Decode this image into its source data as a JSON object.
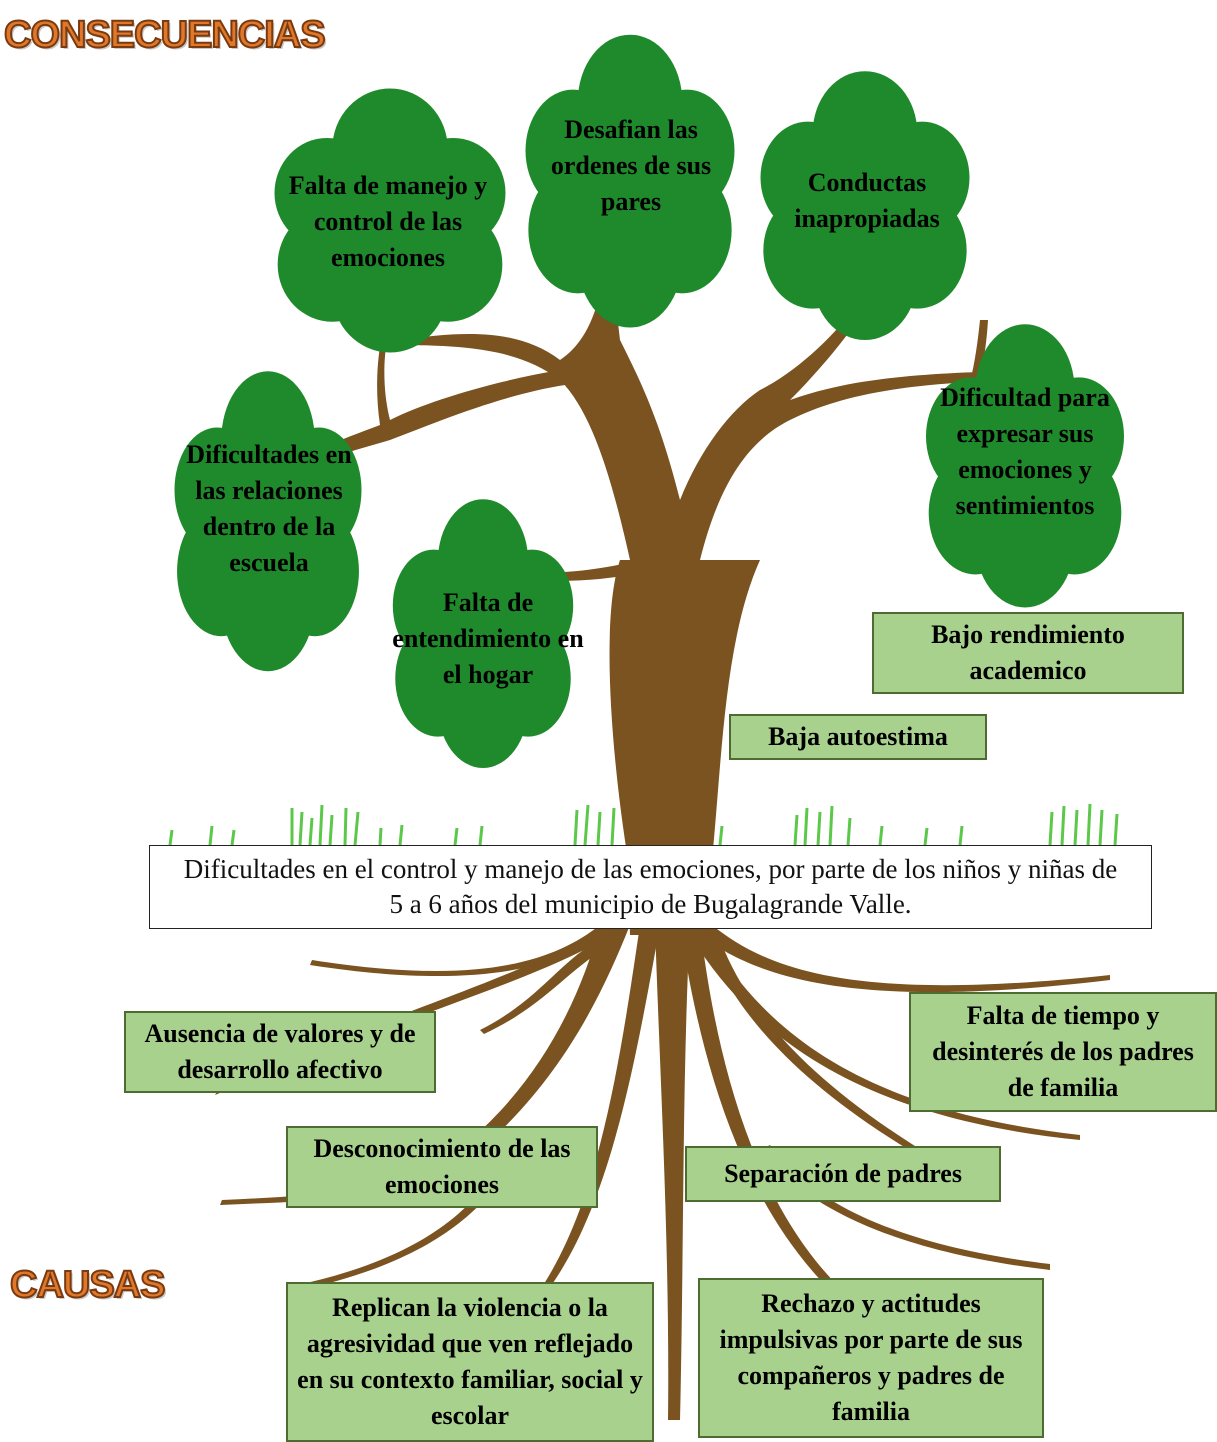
{
  "titles": {
    "consequences": "CONSECUENCIAS",
    "causes": "CAUSAS"
  },
  "consequences": {
    "c1": "Falta de manejo y control de las emociones",
    "c2": "Desafian las ordenes de sus pares",
    "c3": "Conductas inapropiadas",
    "c4": "Dificultades en las relaciones dentro de la escuela",
    "c5": "Falta de entendimiento en el hogar",
    "c6": "Dificultad para expresar sus emociones y sentimientos",
    "c7": "Bajo rendimiento academico",
    "c8": "Baja autoestima"
  },
  "problem": "Dificultades en el control y manejo de las emociones, por parte de los niños y niñas de 5 a 6 años del municipio de Bugalagrande Valle.",
  "causes": {
    "k1": "Ausencia de valores y de desarrollo afectivo",
    "k2": "Falta de tiempo y desinterés de los padres de familia",
    "k3": "Desconocimiento de las emociones",
    "k4": "Separación de padres",
    "k5": "Replican la violencia o la agresividad que ven reflejado en su contexto familiar, social y escolar",
    "k6": "Rechazo y actitudes impulsivas por parte de sus compañeros y padres de familia"
  },
  "colors": {
    "leaf": "#1f8a2b",
    "trunk": "#7a5320",
    "box_fill": "#a9d18e",
    "box_border": "#4e6b32",
    "title_fill": "#e0782c",
    "grass": "#5cc84a"
  }
}
